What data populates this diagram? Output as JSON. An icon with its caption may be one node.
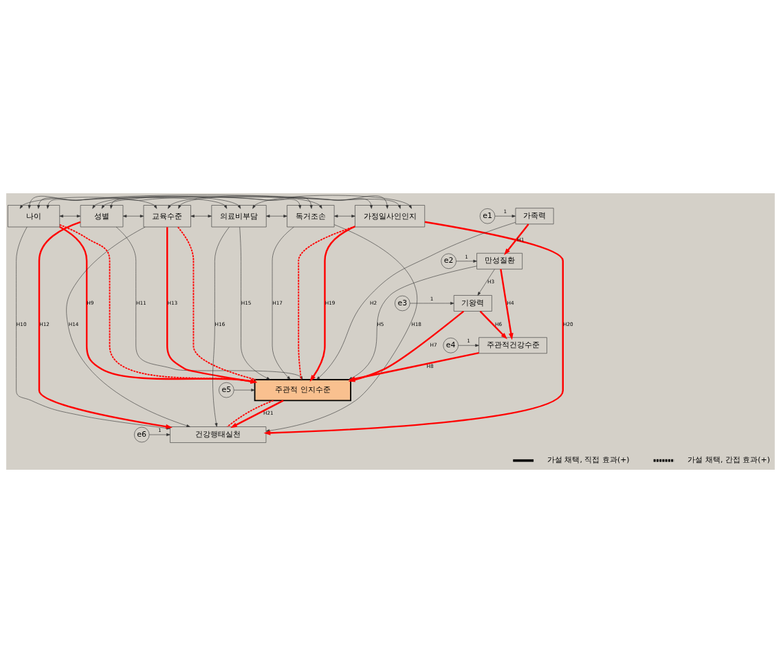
{
  "diagram": {
    "nodes": [
      {
        "text": [
          "나이"
        ]
      },
      {
        "text": [
          "성별"
        ]
      },
      {
        "text": [
          "교육수준"
        ]
      },
      {
        "text": [
          "의료비부담"
        ]
      },
      {
        "text": [
          "독거조손"
        ]
      },
      {
        "text": [
          "가정일사인인지"
        ]
      },
      {
        "text": [
          "가족력"
        ]
      },
      {
        "text": [
          "만성질환"
        ]
      },
      {
        "text": [
          "기왕력"
        ]
      },
      {
        "text": [
          "주관적건강수준"
        ]
      },
      {
        "text": [
          "주관적 인지수준"
        ]
      },
      {
        "text": [
          "건강행태실천"
        ]
      },
      {
        "text": [
          "e1"
        ]
      },
      {
        "text": [
          "e2"
        ]
      },
      {
        "text": [
          "e3"
        ]
      },
      {
        "text": [
          "e4"
        ]
      },
      {
        "text": [
          "e5"
        ]
      },
      {
        "text": [
          "e6"
        ]
      }
    ],
    "edges": [
      {
        "from": 0,
        "to": 1,
        "arrow": "both"
      },
      {
        "from": 0,
        "to": 2,
        "arrow": "both"
      },
      {
        "from": 0,
        "to": 3,
        "arrow": "both"
      },
      {
        "from": 0,
        "to": 4,
        "arrow": "both"
      },
      {
        "from": 0,
        "to": 5,
        "arrow": "both"
      },
      {
        "from": 1,
        "to": 2,
        "arrow": "both"
      },
      {
        "from": 1,
        "to": 3,
        "arrow": "both"
      },
      {
        "from": 1,
        "to": 4,
        "arrow": "both"
      },
      {
        "from": 1,
        "to": 5,
        "arrow": "both"
      },
      {
        "from": 2,
        "to": 3,
        "arrow": "both"
      },
      {
        "from": 2,
        "to": 4,
        "arrow": "both"
      },
      {
        "from": 2,
        "to": 5,
        "arrow": "both"
      },
      {
        "from": 3,
        "to": 4,
        "arrow": "both"
      },
      {
        "from": 3,
        "to": 5,
        "arrow": "both"
      },
      {
        "from": 4,
        "to": 5,
        "arrow": "both"
      },
      {
        "from": 12,
        "to": 6,
        "arrow": "to",
        "label": "1"
      },
      {
        "from": 13,
        "to": 7,
        "arrow": "to",
        "label": "1"
      },
      {
        "from": 14,
        "to": 8,
        "arrow": "to",
        "label": "1"
      },
      {
        "from": 15,
        "to": 9,
        "arrow": "to",
        "label": "1"
      },
      {
        "from": 16,
        "to": 10,
        "arrow": "to"
      },
      {
        "from": 17,
        "to": 11,
        "arrow": "to",
        "label": "1"
      },
      {
        "from": 6,
        "to": 7,
        "arrow": "to",
        "label": "H1",
        "style": "thick",
        "color": "#ff0000"
      },
      {
        "from": 6,
        "to": 10,
        "arrow": "to",
        "label": "H2"
      },
      {
        "from": 7,
        "to": 8,
        "arrow": "to",
        "label": "H3"
      },
      {
        "from": 7,
        "to": 9,
        "arrow": "to",
        "label": "H4",
        "style": "thick",
        "color": "#ff0000"
      },
      {
        "from": 7,
        "to": 10,
        "arrow": "to",
        "label": "H5"
      },
      {
        "from": 8,
        "to": 9,
        "arrow": "to",
        "label": "H6",
        "style": "thick",
        "color": "#ff0000"
      },
      {
        "from": 8,
        "to": 10,
        "arrow": "to",
        "label": "H7",
        "style": "thick",
        "color": "#ff0000"
      },
      {
        "from": 9,
        "to": 10,
        "arrow": "to",
        "label": "H8",
        "style": "thick",
        "color": "#ff0000"
      },
      {
        "from": 0,
        "to": 10,
        "arrow": "to",
        "label": "H9",
        "style": "thick",
        "color": "#ff0000"
      },
      {
        "from": 0,
        "to": 10,
        "arrow": "none",
        "style": "dashed",
        "color": "#ff0000"
      },
      {
        "from": 0,
        "to": 11,
        "arrow": "to",
        "label": "H10"
      },
      {
        "from": 1,
        "to": 10,
        "arrow": "to",
        "label": "H11"
      },
      {
        "from": 1,
        "to": 11,
        "arrow": "to",
        "label": "H12",
        "style": "thick",
        "color": "#ff0000"
      },
      {
        "from": 2,
        "to": 10,
        "arrow": "to",
        "label": "H13",
        "style": "thick",
        "color": "#ff0000"
      },
      {
        "from": 2,
        "to": 10,
        "arrow": "none",
        "style": "dashed",
        "color": "#ff0000"
      },
      {
        "from": 2,
        "to": 11,
        "arrow": "to",
        "label": "H14"
      },
      {
        "from": 3,
        "to": 10,
        "arrow": "to",
        "label": "H15"
      },
      {
        "from": 3,
        "to": 11,
        "arrow": "to",
        "label": "H16"
      },
      {
        "from": 4,
        "to": 10,
        "arrow": "to",
        "label": "H17"
      },
      {
        "from": 4,
        "to": 11,
        "arrow": "to",
        "label": "H18"
      },
      {
        "from": 5,
        "to": 10,
        "arrow": "to",
        "label": "H19",
        "style": "thick",
        "color": "#ff0000"
      },
      {
        "from": 5,
        "to": 10,
        "arrow": "none",
        "style": "dashed",
        "color": "#ff0000"
      },
      {
        "from": 5,
        "to": 11,
        "arrow": "to",
        "label": "H20",
        "style": "thick",
        "color": "#ff0000"
      },
      {
        "from": 10,
        "to": 11,
        "arrow": "to",
        "label": "H21",
        "style": "thick",
        "color": "#ff0000"
      },
      {
        "from": 10,
        "to": 11,
        "arrow": "none",
        "style": "dashed",
        "color": "#ff0000"
      }
    ],
    "legend": [
      {
        "text": "가설 채택, 직접 효과(+)"
      },
      {
        "text": "가설 채택, 간접 효과(+)"
      }
    ]
  }
}
